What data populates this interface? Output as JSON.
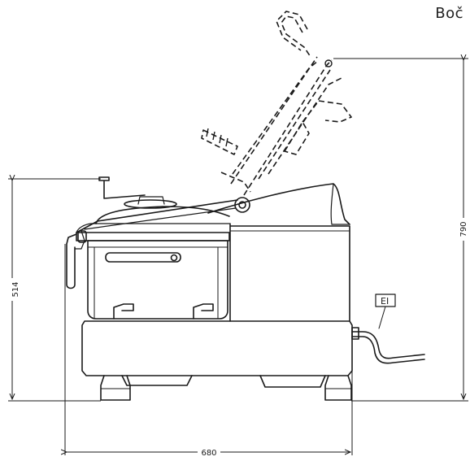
{
  "page": {
    "title": "Boč"
  },
  "dimensions": {
    "height_left": "514",
    "height_right": "790",
    "width_bottom": "680"
  },
  "labels": {
    "electric_connection": "EI"
  },
  "colors": {
    "line": "#1a1a1a",
    "fill": "#ffffff"
  }
}
